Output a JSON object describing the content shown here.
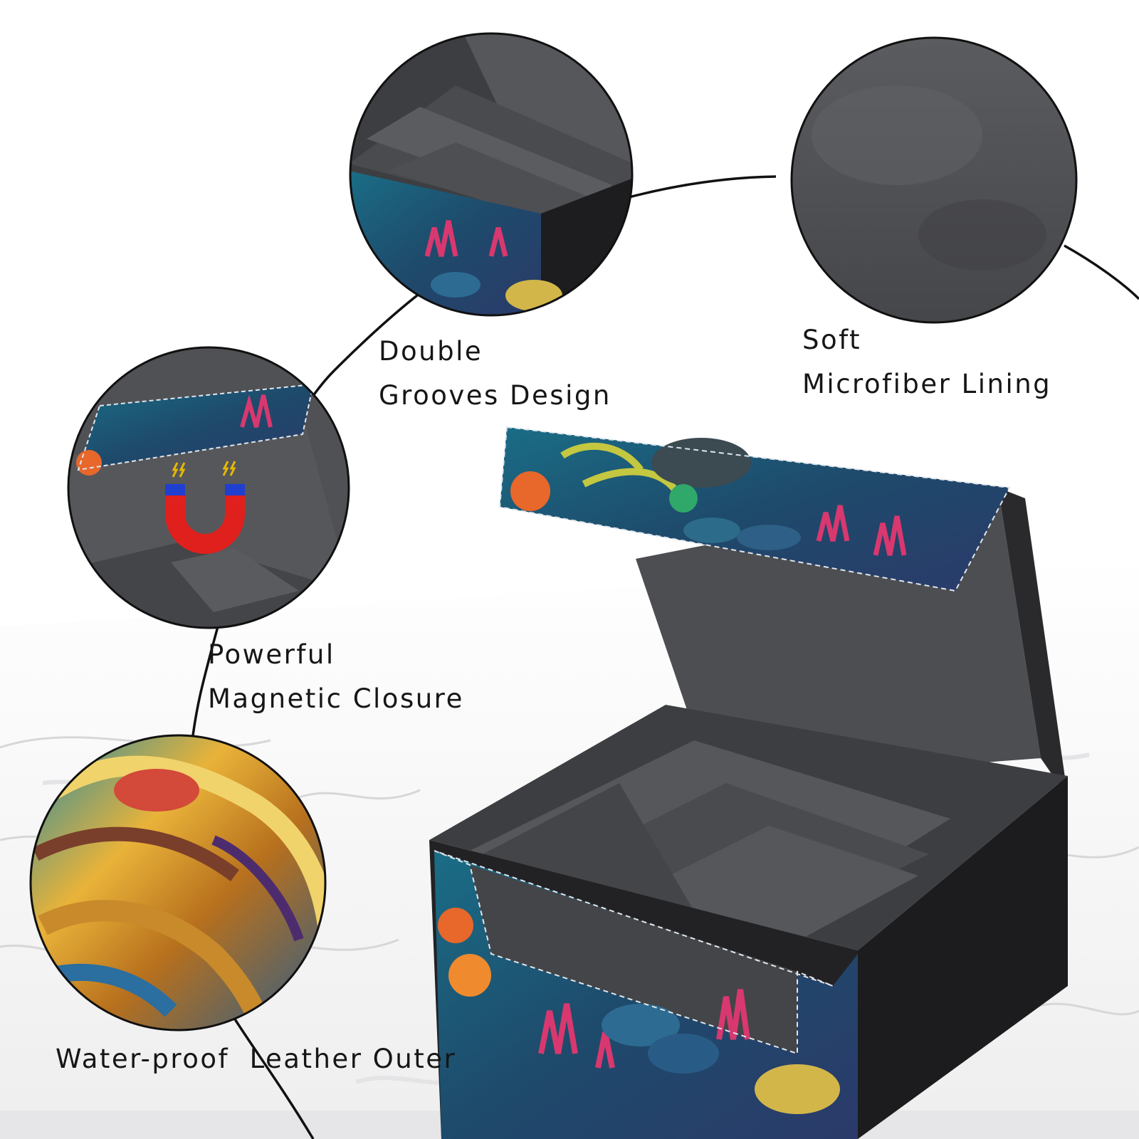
{
  "features": {
    "grooves": {
      "line1": "Double",
      "line2": "Grooves Design"
    },
    "lining": {
      "line1": "Soft",
      "line2": "Microfiber Lining"
    },
    "magnet": {
      "line1": "Powerful",
      "line2": "Magnetic Closure"
    },
    "leather": {
      "line1": "Water-proof  Leather Outer"
    }
  },
  "icons": [
    "magnet-icon"
  ],
  "colors": {
    "interior": "#4e4f52",
    "interior_dark": "#3b3c3f",
    "exterior": "#1d1d1f",
    "ocean": "#1f4f6e",
    "coral_pink": "#d8386f",
    "coral_orange": "#e8672b",
    "magnet_red": "#e0201c",
    "magnet_blue": "#1e3fd0",
    "text": "#161616"
  }
}
